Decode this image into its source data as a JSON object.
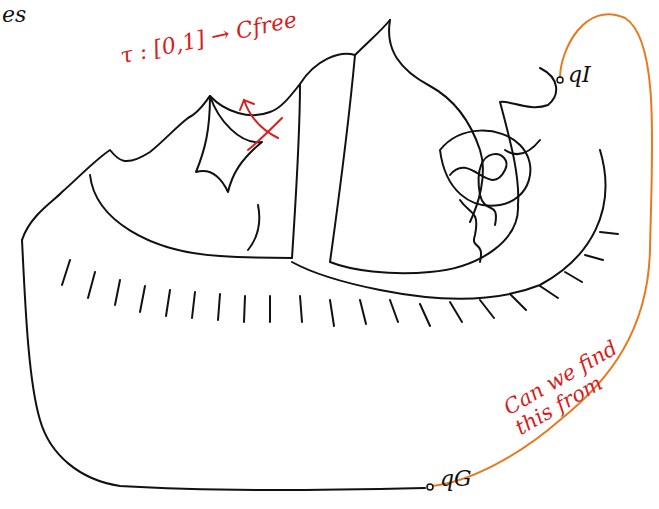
{
  "diagram": {
    "labels": [
      "es",
      "τ : [0,1] → Cfree",
      "qI",
      "qG",
      "Can we find this from"
    ]
  }
}
